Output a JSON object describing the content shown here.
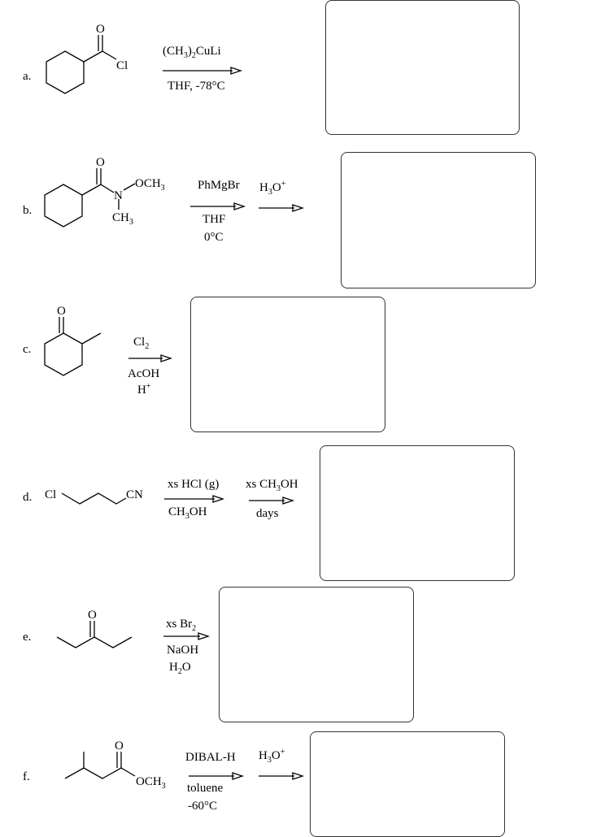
{
  "problems": [
    {
      "label": "a.",
      "reagent_above": "(CH3)2CuLi",
      "reagent_below": "THF, -78°C",
      "atoms": {
        "o": "O",
        "x": "Cl"
      }
    },
    {
      "label": "b.",
      "reagent_step1_above": "PhMgBr",
      "reagent_step1_below_1": "THF",
      "reagent_step1_below_2": "0°C",
      "reagent_step2_above": "H3O+",
      "atoms": {
        "o": "O",
        "n": "N",
        "och3": "OCH3",
        "ch3": "CH3"
      }
    },
    {
      "label": "c.",
      "reagent_above": "Cl2",
      "reagent_below_1": "AcOH",
      "reagent_below_2": "H+",
      "atoms": {
        "o": "O"
      }
    },
    {
      "label": "d.",
      "reagent_step1_above": "xs HCl (g)",
      "reagent_step1_below": "CH3OH",
      "reagent_step2_above": "xs CH3OH",
      "reagent_step2_below": "days",
      "atoms": {
        "cl": "Cl",
        "cn": "CN"
      }
    },
    {
      "label": "e.",
      "reagent_above": "xs Br2",
      "reagent_below_1": "NaOH",
      "reagent_below_2": "H2O",
      "atoms": {
        "o": "O"
      }
    },
    {
      "label": "f.",
      "reagent_step1_above": "DIBAL-H",
      "reagent_step1_below_1": "toluene",
      "reagent_step1_below_2": "-60°C",
      "reagent_step2_above": "H3O+",
      "atoms": {
        "o": "O",
        "och3": "OCH3"
      }
    }
  ]
}
